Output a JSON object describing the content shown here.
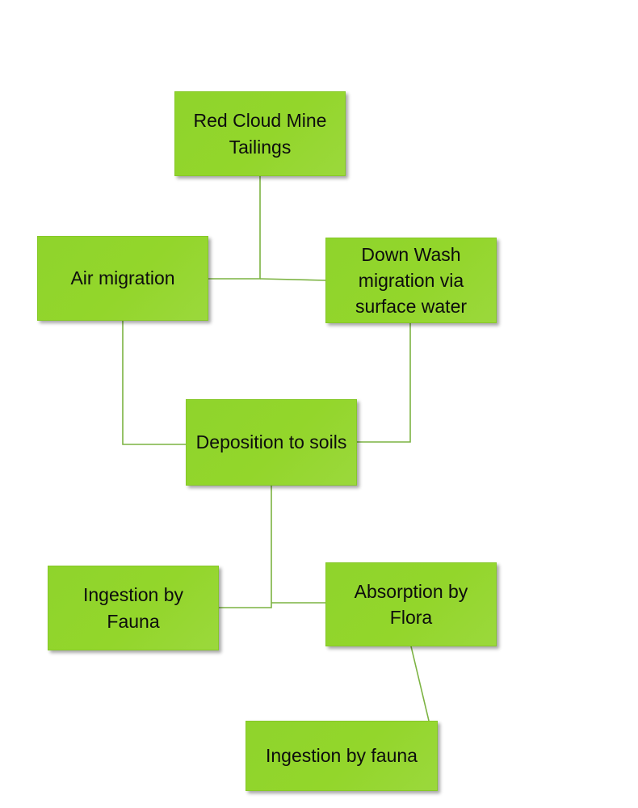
{
  "diagram": {
    "nodes": [
      {
        "id": "red-cloud",
        "label": "Red Cloud Mine Tailings"
      },
      {
        "id": "air",
        "label": "Air migration"
      },
      {
        "id": "downwash",
        "label": "Down Wash migration via surface water"
      },
      {
        "id": "deposition",
        "label": "Deposition to soils"
      },
      {
        "id": "fauna",
        "label": "Ingestion by Fauna"
      },
      {
        "id": "flora",
        "label": "Absorption by Flora"
      },
      {
        "id": "fauna2",
        "label": "Ingestion by fauna"
      }
    ],
    "edges": [
      {
        "from": "red-cloud",
        "to": "air"
      },
      {
        "from": "red-cloud",
        "to": "downwash"
      },
      {
        "from": "air",
        "to": "deposition"
      },
      {
        "from": "downwash",
        "to": "deposition"
      },
      {
        "from": "deposition",
        "to": "fauna"
      },
      {
        "from": "deposition",
        "to": "flora"
      },
      {
        "from": "flora",
        "to": "fauna2"
      }
    ],
    "colors": {
      "node_fill": "#92d62a",
      "connector": "#7cb342",
      "text": "#0d0d0d"
    }
  }
}
